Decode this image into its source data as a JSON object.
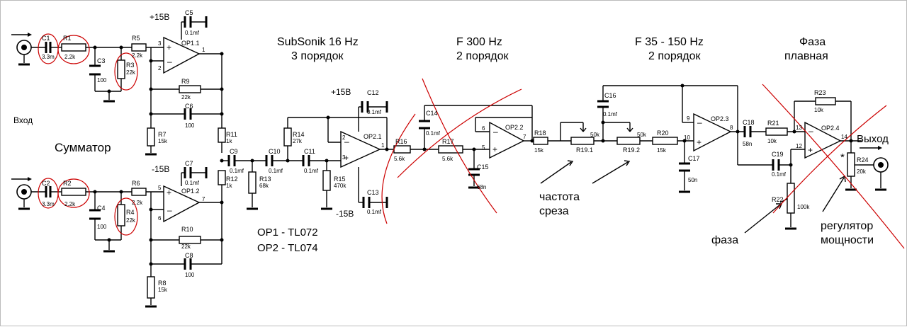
{
  "labels": {
    "input": "Вход",
    "summator": "Сумматор",
    "cutoff_line1": "частота",
    "cutoff_line2": "среза",
    "phase": "фаза",
    "power_line1": "регулятор",
    "power_line2": "мощности",
    "output": "Выход"
  },
  "sections": {
    "subsonic": {
      "title": "SubSonik 16 Hz",
      "order": "3 порядок"
    },
    "f300": {
      "title": "F 300 Hz",
      "order": "2 порядок"
    },
    "f35_150": {
      "title": "F 35 - 150 Hz",
      "order": "2 порядок"
    },
    "phase": {
      "title": "Фаза",
      "subtitle": "плавная"
    }
  },
  "notes": {
    "op1": "OP1 - TL072",
    "op2": "OP2 - TL074"
  },
  "supply": {
    "plus": "+15B",
    "minus": "-15B"
  },
  "markers": {
    "star": "*"
  },
  "pins": {
    "p1": "1",
    "p2": "2",
    "p3": "3",
    "p5": "5",
    "p6": "6",
    "p7": "7",
    "p8": "8",
    "p9": "9",
    "p10": "10",
    "p12": "12",
    "p13": "13",
    "p14": "14"
  },
  "components": {
    "c1": {
      "ref": "C1",
      "value": "3.3m"
    },
    "c2": {
      "ref": "C2",
      "value": "3.3m"
    },
    "r1": {
      "ref": "R1",
      "value": "2.2k"
    },
    "r2": {
      "ref": "R2",
      "value": "2.2k"
    },
    "c3": {
      "ref": "C3",
      "value": "100"
    },
    "c4": {
      "ref": "C4",
      "value": "100"
    },
    "r3": {
      "ref": "R3",
      "value": "22k"
    },
    "r4": {
      "ref": "R4",
      "value": "22k"
    },
    "r5": {
      "ref": "R5",
      "value": "2.2k"
    },
    "r6": {
      "ref": "R6",
      "value": "2.2k"
    },
    "c5": {
      "ref": "C5",
      "value": "0.1mf"
    },
    "c6": {
      "ref": "C6",
      "value": "100"
    },
    "c7": {
      "ref": "C7",
      "value": "0.1mf"
    },
    "c8": {
      "ref": "C8",
      "value": "100"
    },
    "op1_1": {
      "ref": "OP1.1"
    },
    "op1_2": {
      "ref": "OP1.2"
    },
    "r7": {
      "ref": "R7",
      "value": "15k"
    },
    "r8": {
      "ref": "R8",
      "value": "15k"
    },
    "r9": {
      "ref": "R9",
      "value": "22k"
    },
    "r10": {
      "ref": "R10",
      "value": "22k"
    },
    "r11": {
      "ref": "R11",
      "value": "1k"
    },
    "r12": {
      "ref": "R12",
      "value": "1k"
    },
    "c9": {
      "ref": "C9",
      "value": "0.1mf"
    },
    "c10": {
      "ref": "C10",
      "value": "0.1mf"
    },
    "c11": {
      "ref": "C11",
      "value": "0.1mf"
    },
    "r13": {
      "ref": "R13",
      "value": "68k"
    },
    "r14": {
      "ref": "R14",
      "value": "27k"
    },
    "r15": {
      "ref": "R15",
      "value": "470k"
    },
    "c12": {
      "ref": "C12",
      "value": "0.1mf"
    },
    "c13": {
      "ref": "C13",
      "value": "0.1mf"
    },
    "op2_1": {
      "ref": "OP2.1"
    },
    "r16": {
      "ref": "R16",
      "value": "5.6k"
    },
    "r17": {
      "ref": "R17",
      "value": "5.6k"
    },
    "c14": {
      "ref": "C14",
      "value": "0.1mf"
    },
    "c15": {
      "ref": "C15",
      "value": "68n"
    },
    "op2_2": {
      "ref": "OP2.2"
    },
    "r18": {
      "ref": "R18",
      "value": "15k"
    },
    "r19_1": {
      "ref": "R19.1",
      "value": "50k"
    },
    "r19_2": {
      "ref": "R19.2",
      "value": "50k"
    },
    "c16": {
      "ref": "C16",
      "value": "0.1mf"
    },
    "r20": {
      "ref": "R20",
      "value": "15k"
    },
    "c17": {
      "ref": "C17",
      "value": "50n"
    },
    "op2_3": {
      "ref": "OP2.3"
    },
    "c18": {
      "ref": "C18",
      "value": "58n"
    },
    "r21": {
      "ref": "R21",
      "value": "10k"
    },
    "r23": {
      "ref": "R23",
      "value": "10k"
    },
    "op2_4": {
      "ref": "OP2.4"
    },
    "c19": {
      "ref": "C19",
      "value": "0.1mf"
    },
    "r22": {
      "ref": "R22",
      "value": "100k"
    },
    "r24": {
      "ref": "R24",
      "value": "20k"
    }
  },
  "colors": {
    "annotation": "#cc0000",
    "ink": "#000000",
    "background": "#ffffff"
  }
}
